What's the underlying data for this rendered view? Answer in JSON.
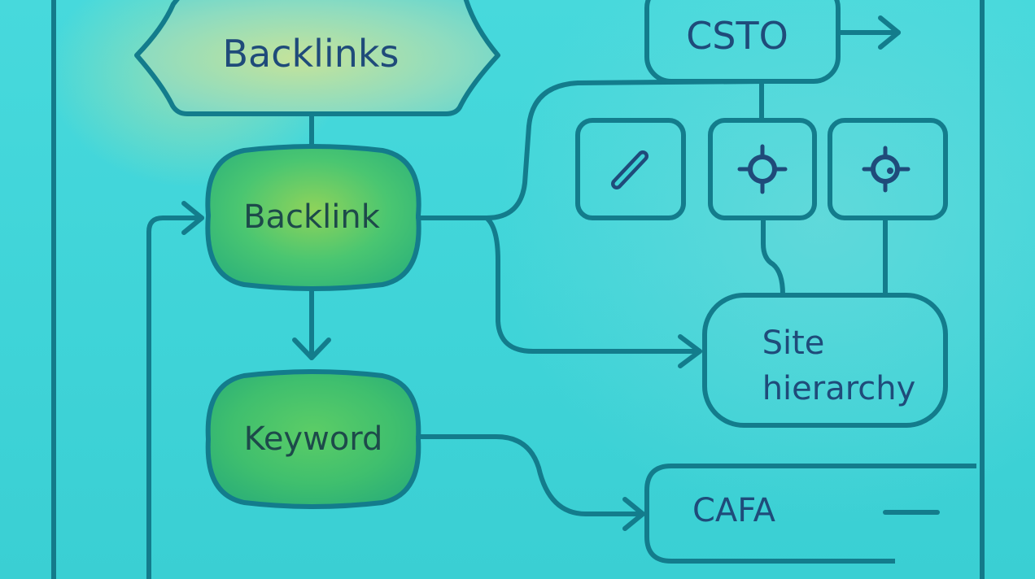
{
  "nodes": {
    "backlinks": "Backlinks",
    "backlink": "Backlink",
    "keyword": "Keyword",
    "csto": "CSTO",
    "site_hierarchy_line1": "Site",
    "site_hierarchy_line2": "hierarchy",
    "cafa": "CAFA"
  },
  "icons": [
    "link-icon",
    "gear-icon",
    "gear-icon"
  ],
  "colors": {
    "background": "#3fd3d6",
    "stroke": "#137c8c",
    "text": "#1f4b7a",
    "green_node": "#4cc774"
  }
}
